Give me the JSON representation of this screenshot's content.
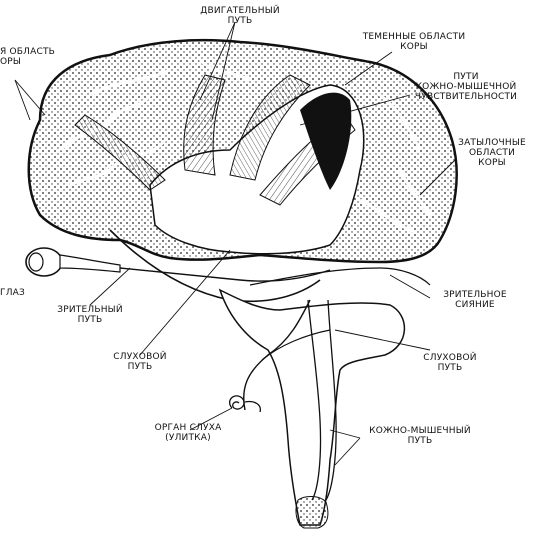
{
  "labels": {
    "frontal": [
      "Я ОБЛАСТЬ",
      "ОРЫ"
    ],
    "motor_path": [
      "ДВИГАТЕЛЬНЫЙ",
      "ПУТЬ"
    ],
    "parietal": [
      "ТЕМЕННЫЕ ОБЛАСТИ",
      "КОРЫ"
    ],
    "skin_muscle_sense": [
      "ПУТИ",
      "КОЖНО-МЫШЕЧНОЙ",
      "ЧУВСТВИТЕЛЬНОСТИ"
    ],
    "occipital": [
      "ЗАТЫЛОЧНЫЕ",
      "ОБЛАСТИ",
      "КОРЫ"
    ],
    "eye": [
      "ГЛАЗ"
    ],
    "optic_path": [
      "ЗРИТЕЛЬНЫЙ",
      "ПУТЬ"
    ],
    "optic_radiation": [
      "ЗРИТЕЛЬНОЕ",
      "СИЯНИЕ"
    ],
    "auditory_path_left": [
      "СЛУХОВОЙ",
      "ПУТЬ"
    ],
    "auditory_path_right": [
      "СЛУХОВОЙ",
      "ПУТЬ"
    ],
    "hearing_organ": [
      "ОРГАН СЛУХА",
      "(УЛИТКА)"
    ],
    "skin_muscle_path": [
      "КОЖНО-МЫШЕЧНЫЙ",
      "ПУТЬ"
    ]
  }
}
